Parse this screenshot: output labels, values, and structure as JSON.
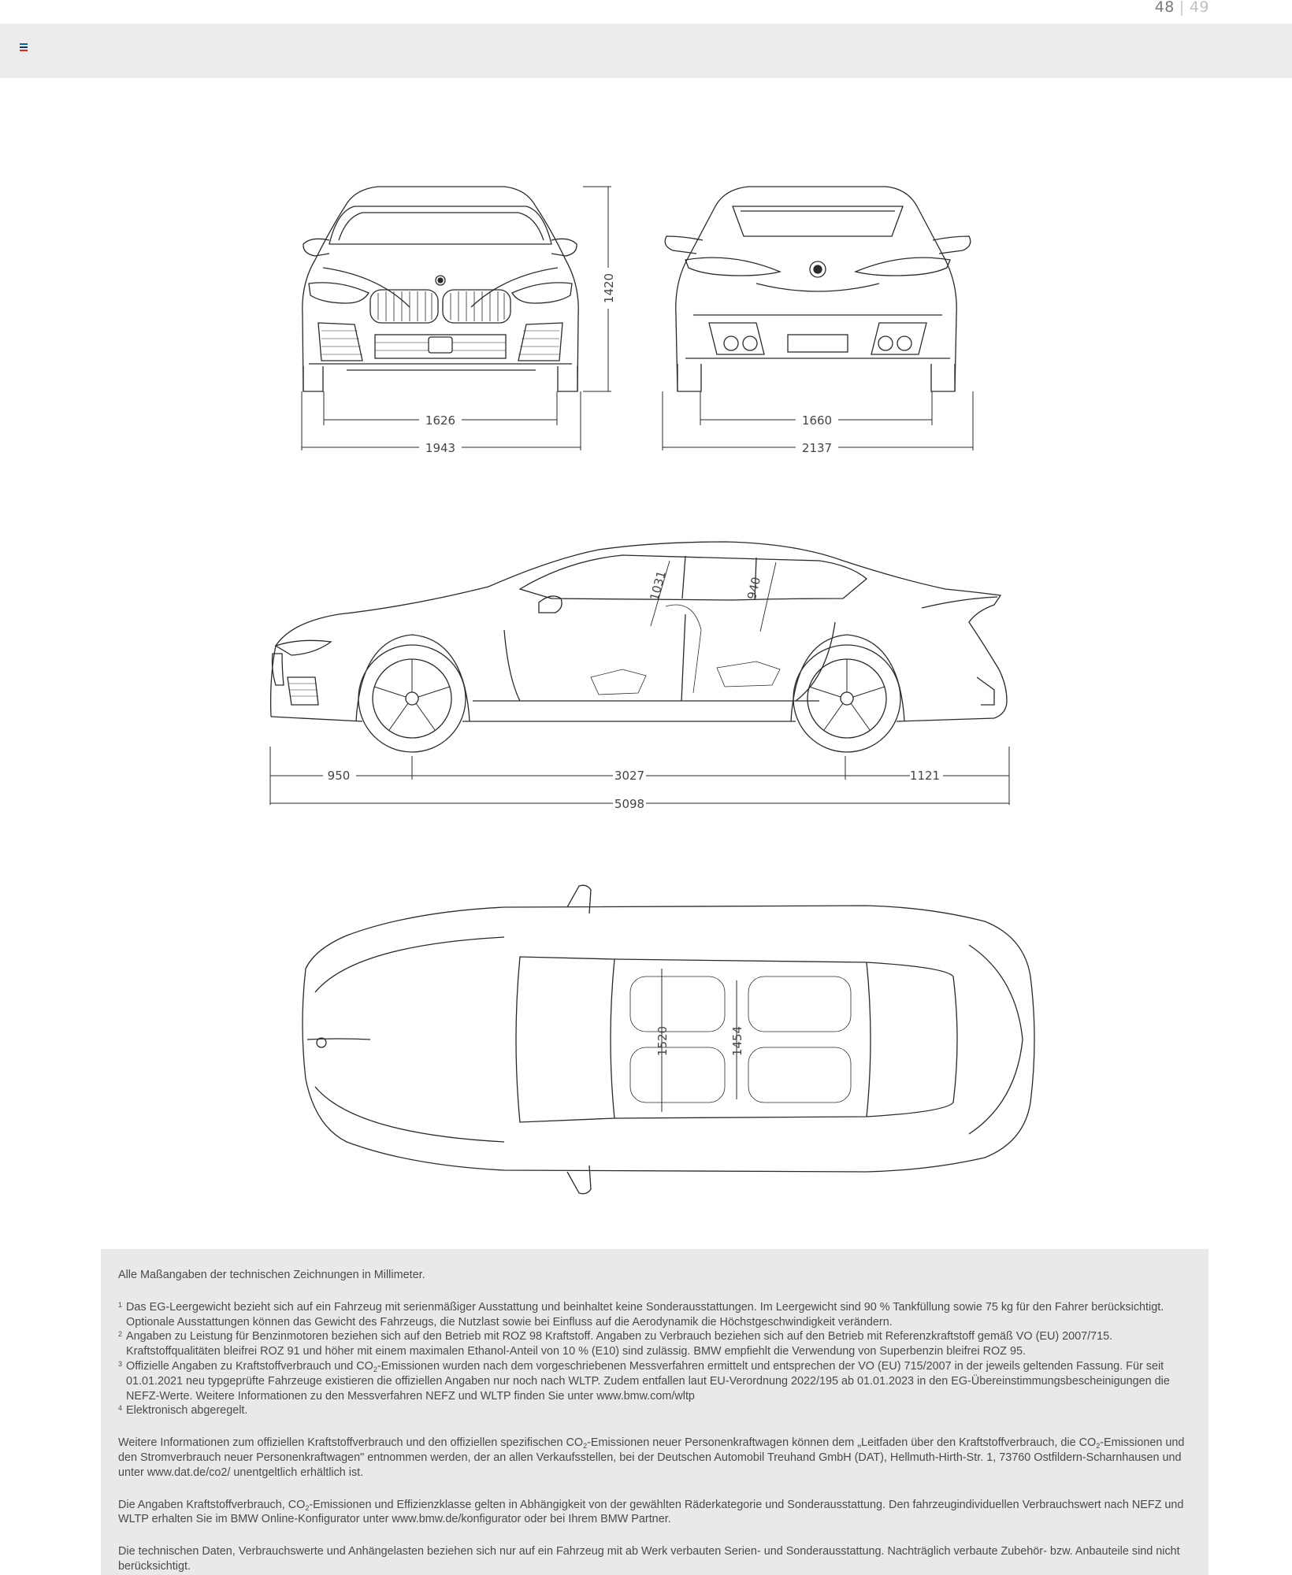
{
  "header": {
    "page_current": "48",
    "page_next": "49",
    "menu_colors": [
      "#0066b1",
      "#1c2f6b",
      "#e22718"
    ]
  },
  "dimensions": {
    "front_track": "1626",
    "front_width": "1943",
    "height": "1420",
    "rear_track": "1660",
    "rear_width_mirrors": "2137",
    "overhang_front": "950",
    "wheelbase": "3027",
    "overhang_rear": "1121",
    "length": "5098",
    "headroom_front": "1031",
    "headroom_rear": "940",
    "shoulder_front": "1520",
    "shoulder_rear": "1454"
  },
  "notes": {
    "intro": "Alle Maßangaben der technischen Zeichnungen in Millimeter.",
    "footnotes": [
      {
        "mark": "1",
        "text": "Das EG-Leergewicht bezieht sich auf ein Fahrzeug mit serienmäßiger Ausstattung und beinhaltet keine Sonderausstattungen. Im Leergewicht sind 90 % Tankfüllung sowie 75 kg für den Fahrer berücksichtigt. Optionale Ausstattungen können das Gewicht des Fahrzeugs, die Nutzlast sowie bei Einfluss auf die Aerodynamik die Höchstgeschwindigkeit verändern."
      },
      {
        "mark": "2",
        "text": "Angaben zu Leistung für Benzinmotoren beziehen sich auf den Betrieb mit ROZ 98 Kraftstoff. Angaben zu Verbrauch beziehen sich auf den Betrieb mit Referenzkraftstoff gemäß VO (EU) 2007/715. Kraftstoffqualitäten bleifrei ROZ 91 und höher mit einem maximalen Ethanol-Anteil von 10 % (E10) sind zulässig. BMW empfiehlt die Verwendung von Superbenzin bleifrei ROZ 95."
      },
      {
        "mark": "3",
        "text_a": "Offizielle Angaben zu Kraftstoffverbrauch und CO",
        "text_b": "-Emissionen wurden nach dem vorgeschriebenen Messverfahren ermittelt und entsprechen der VO (EU) 715/2007 in der jeweils geltenden Fassung. Für seit 01.01.2021 neu typgeprüfte Fahrzeuge existieren die offiziellen Angaben nur noch nach WLTP. Zudem entfallen laut EU-Verordnung 2022/195 ab 01.01.2023 in den EG-Übereinstimmungsbescheinigungen die NEFZ-Werte. Weitere Informationen zu den Messverfahren NEFZ und WLTP finden Sie unter www.bmw.com/wltp"
      },
      {
        "mark": "4",
        "text": "Elektronisch abgeregelt."
      }
    ],
    "para1_a": "Weitere Informationen zum offiziellen Kraftstoffverbrauch und den offiziellen spezifischen CO",
    "para1_b": "-Emissionen neuer Personenkraftwagen können dem „Leitfaden über den Kraftstoffverbrauch, die CO",
    "para1_c": "-Emissionen und den Stromverbrauch neuer Personenkraftwagen\" entnommen werden, der an allen Verkaufsstellen, bei der Deutschen Automobil Treuhand GmbH (DAT), Hellmuth-Hirth-Str. 1, 73760 Ostfildern-Scharnhausen und unter www.dat.de/co2/ unentgeltlich erhältlich ist.",
    "para2_a": "Die Angaben Kraftstoffverbrauch, CO",
    "para2_b": "-Emissionen und Effizienzklasse gelten in Abhängigkeit von der gewählten Räderkategorie und Sonderausstattung. Den fahrzeugindividuellen Verbrauchswert nach NEFZ und WLTP erhalten Sie im BMW Online-Konfigurator unter www.bmw.de/konfigurator oder bei Ihrem BMW Partner.",
    "para3": "Die technischen Daten, Verbrauchswerte und Anhängelasten beziehen sich nur auf ein Fahrzeug mit ab Werk verbauten Serien- und Sonderausstattung. Nachträglich verbaute Zubehör- bzw. Anbauteile sind nicht berücksichtigt.",
    "sub2": "2"
  }
}
